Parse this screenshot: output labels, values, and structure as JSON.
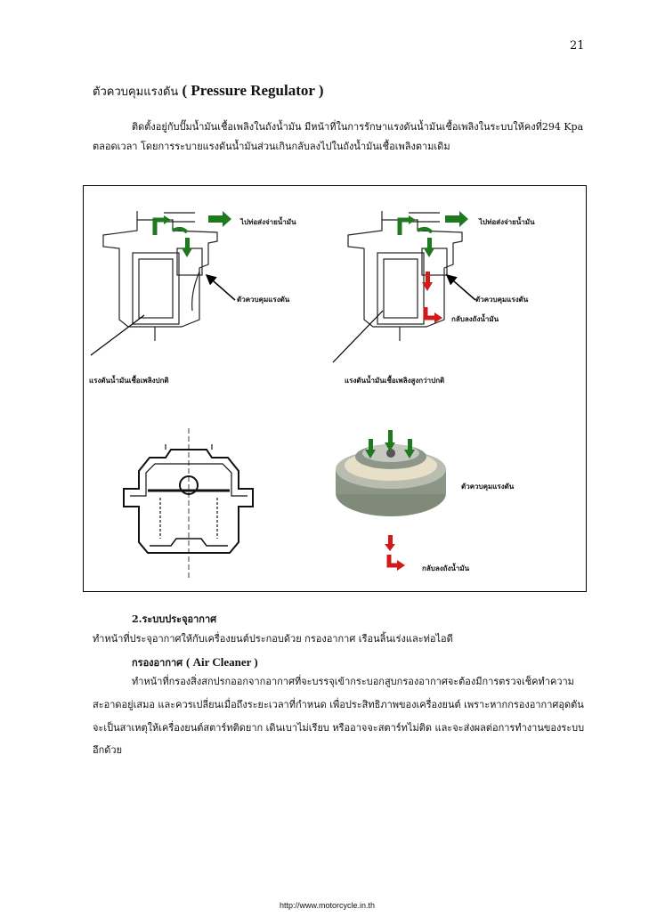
{
  "page": {
    "number": "21"
  },
  "section": {
    "title_th": "ตัวควบคุมแรงดัน",
    "title_en": "( Pressure Regulator )",
    "desc_line1": "ติดตั้งอยู่กับปั๊มน้ำมันเชื้อเพลิงในถังน้ำมัน มีหน้าที่ในการรักษาแรงดันน้ำมันเชื้อเพลิงในระบบให้คงที่294 Kpa",
    "desc_line2": "ตลอดเวลา โดยการระบายแรงดันน้ำมันส่วนเกินกลับลงไปในถังน้ำมันเชื้อเพลิงตามเดิม"
  },
  "figure": {
    "left": {
      "to_line": "ไปท่อส่งจ่ายน้ำมัน",
      "regulator": "ตัวควบคุมแรงดัน",
      "caption": "แรงดันน้ำมันเชื้อเพลิงปกติ"
    },
    "right": {
      "to_line": "ไปท่อส่งจ่ายน้ำมัน",
      "regulator": "ตัวควบคุมแรงดัน",
      "return": "กลับลงถังน้ำมัน",
      "caption": "แรงดันน้ำมันเชื้อเพลิงสูงกว่าปกติ"
    },
    "photo": {
      "regulator": "ตัวควบคุมแรงดัน",
      "return": "กลับลงถังน้ำมัน"
    }
  },
  "air_intake": {
    "heading": "2.ระบบประจุอากาศ",
    "line1": "ทำหน้าที่ประจุอากาศให้กับเครื่องยนต์ประกอบด้วย กรองอากาศ เรือนลิ้นเร่งและท่อไอดี",
    "cleaner_th": "กรองอากาศ",
    "cleaner_en": "( Air Cleaner )",
    "p1": "ทำหน้าที่กรองสิ่งสกปรกออกจากอากาศที่จะบรรจุเข้ากระบอกสูบกรองอากาศจะต้องมีการตรวจเช็คทำความ",
    "p2": "สะอาดอยู่เสมอ และควรเปลี่ยนเมื่อถึงระยะเวลาที่กำหนด เพื่อประสิทธิภาพของเครื่องยนต์ เพราะหากกรองอากาศอุดตัน",
    "p3": "จะเป็นสาเหตุให้เครื่องยนต์สตาร์ทติดยาก เดินเบาไม่เรียบ หรืออาจจะสตาร์ทไม่ติด และจะส่งผลต่อการทำงานของระบบ",
    "p4": "อีกด้วย"
  },
  "footer": {
    "url": "http://www.motorcycle.in.th"
  },
  "colors": {
    "green_arrow": "#1f7a1f",
    "red_arrow": "#d11a1a"
  }
}
